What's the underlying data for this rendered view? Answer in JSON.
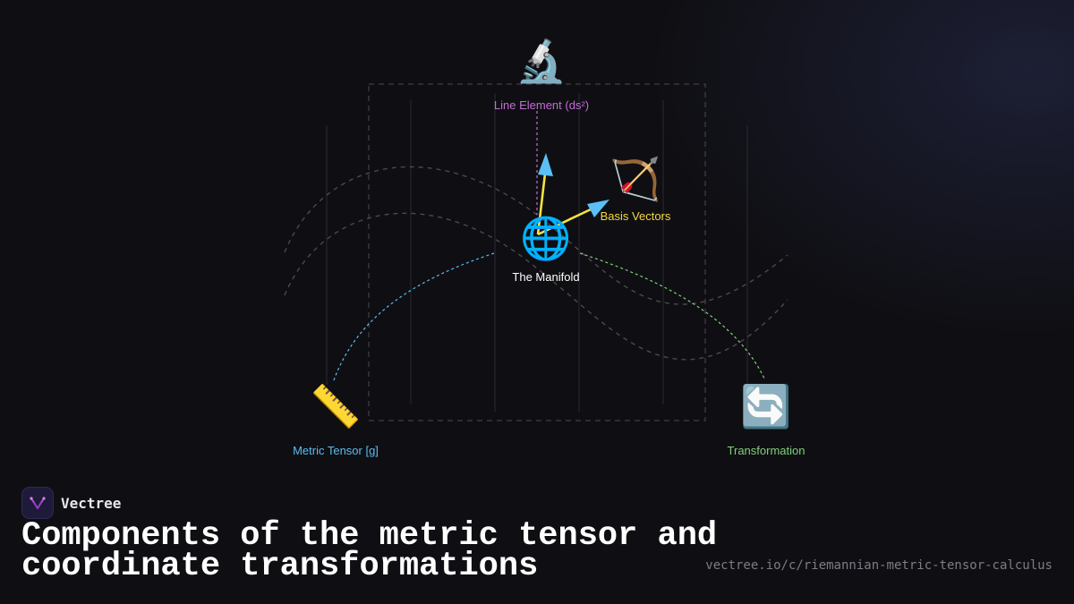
{
  "diagram": {
    "nodes": {
      "line_element": {
        "icon": "microscope-icon",
        "glyph": "🔬",
        "label": "Line Element (ds²)",
        "color": "#c56bd6"
      },
      "basis_vectors": {
        "icon": "bow-and-arrow-icon",
        "glyph": "🏹",
        "label": "Basis Vectors",
        "color": "#f5d742"
      },
      "manifold": {
        "icon": "globe-icon",
        "glyph": "🌐",
        "label": "The Manifold",
        "color": "#ffffff"
      },
      "metric_tensor": {
        "icon": "ruler-icon",
        "glyph": "📏",
        "label": "Metric Tensor [g]",
        "color": "#5bbcf0"
      },
      "transformation": {
        "icon": "repeat-arrows-icon",
        "glyph": "🔄",
        "label": "Transformation",
        "color": "#7fd17a"
      }
    },
    "colors": {
      "vector_arrow_head": "#5bc0f5",
      "vector_shaft": "#f5e142",
      "grid": "#3a3a42"
    }
  },
  "footer": {
    "brand_name": "Vectree",
    "title": "Components of the metric tensor and coordinate transformations",
    "url": "vectree.io/c/riemannian-metric-tensor-calculus"
  }
}
